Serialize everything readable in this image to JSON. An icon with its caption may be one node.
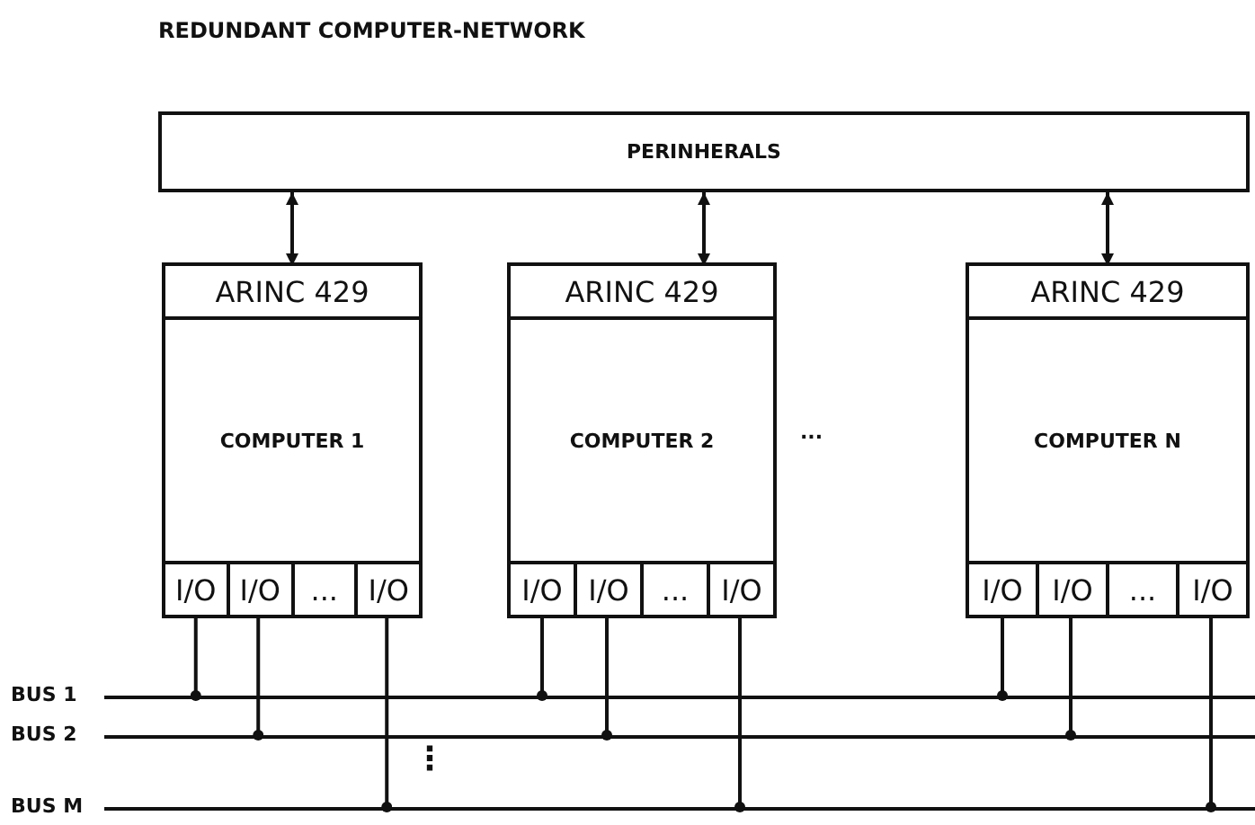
{
  "diagram": {
    "title": "REDUNDANT COMPUTER-NETWORK",
    "nodes": [
      {
        "text": [
          "PERINHERALS"
        ]
      },
      {
        "text": [
          "COMPUTER 1"
        ]
      },
      {
        "text": [
          "ARINC 429"
        ],
        "in": 1
      },
      {
        "text": [
          "I/O"
        ],
        "in": 1
      },
      {
        "text": [
          "I/O"
        ],
        "in": 1
      },
      {
        "text": [
          "..."
        ],
        "in": 1
      },
      {
        "text": [
          "I/O"
        ],
        "in": 1
      },
      {
        "text": [
          "COMPUTER 2"
        ]
      },
      {
        "text": [
          "ARINC 429"
        ],
        "in": 7
      },
      {
        "text": [
          "I/O"
        ],
        "in": 7
      },
      {
        "text": [
          "I/O"
        ],
        "in": 7
      },
      {
        "text": [
          "..."
        ],
        "in": 7
      },
      {
        "text": [
          "I/O"
        ],
        "in": 7
      },
      {
        "text": [
          "COMPUTER N"
        ]
      },
      {
        "text": [
          "ARINC 429"
        ],
        "in": 13
      },
      {
        "text": [
          "I/O"
        ],
        "in": 13
      },
      {
        "text": [
          "I/O"
        ],
        "in": 13
      },
      {
        "text": [
          "..."
        ],
        "in": 13
      },
      {
        "text": [
          "I/O"
        ],
        "in": 13
      },
      {
        "text": [],
        "shape": "bar",
        "beside": [
          "BUS 1"
        ]
      },
      {
        "text": [],
        "shape": "bar",
        "beside": [
          "BUS 2"
        ]
      },
      {
        "text": [],
        "shape": "bar",
        "beside": [
          "BUS M"
        ]
      }
    ],
    "edges": [
      {
        "from": 0,
        "to": 2,
        "arrow": "both"
      },
      {
        "from": 0,
        "to": 8,
        "arrow": "both"
      },
      {
        "from": 0,
        "to": 14,
        "arrow": "both"
      },
      {
        "from": 3,
        "to": 19,
        "arrow": "other"
      },
      {
        "from": 4,
        "to": 20,
        "arrow": "other"
      },
      {
        "from": 6,
        "to": 21,
        "arrow": "other"
      },
      {
        "from": 9,
        "to": 19,
        "arrow": "other"
      },
      {
        "from": 10,
        "to": 20,
        "arrow": "other"
      },
      {
        "from": 12,
        "to": 21,
        "arrow": "other"
      },
      {
        "from": 15,
        "to": 19,
        "arrow": "other"
      },
      {
        "from": 16,
        "to": 20,
        "arrow": "other"
      },
      {
        "from": 18,
        "to": 21,
        "arrow": "other"
      }
    ],
    "labels": [
      "...",
      "⋮"
    ]
  }
}
